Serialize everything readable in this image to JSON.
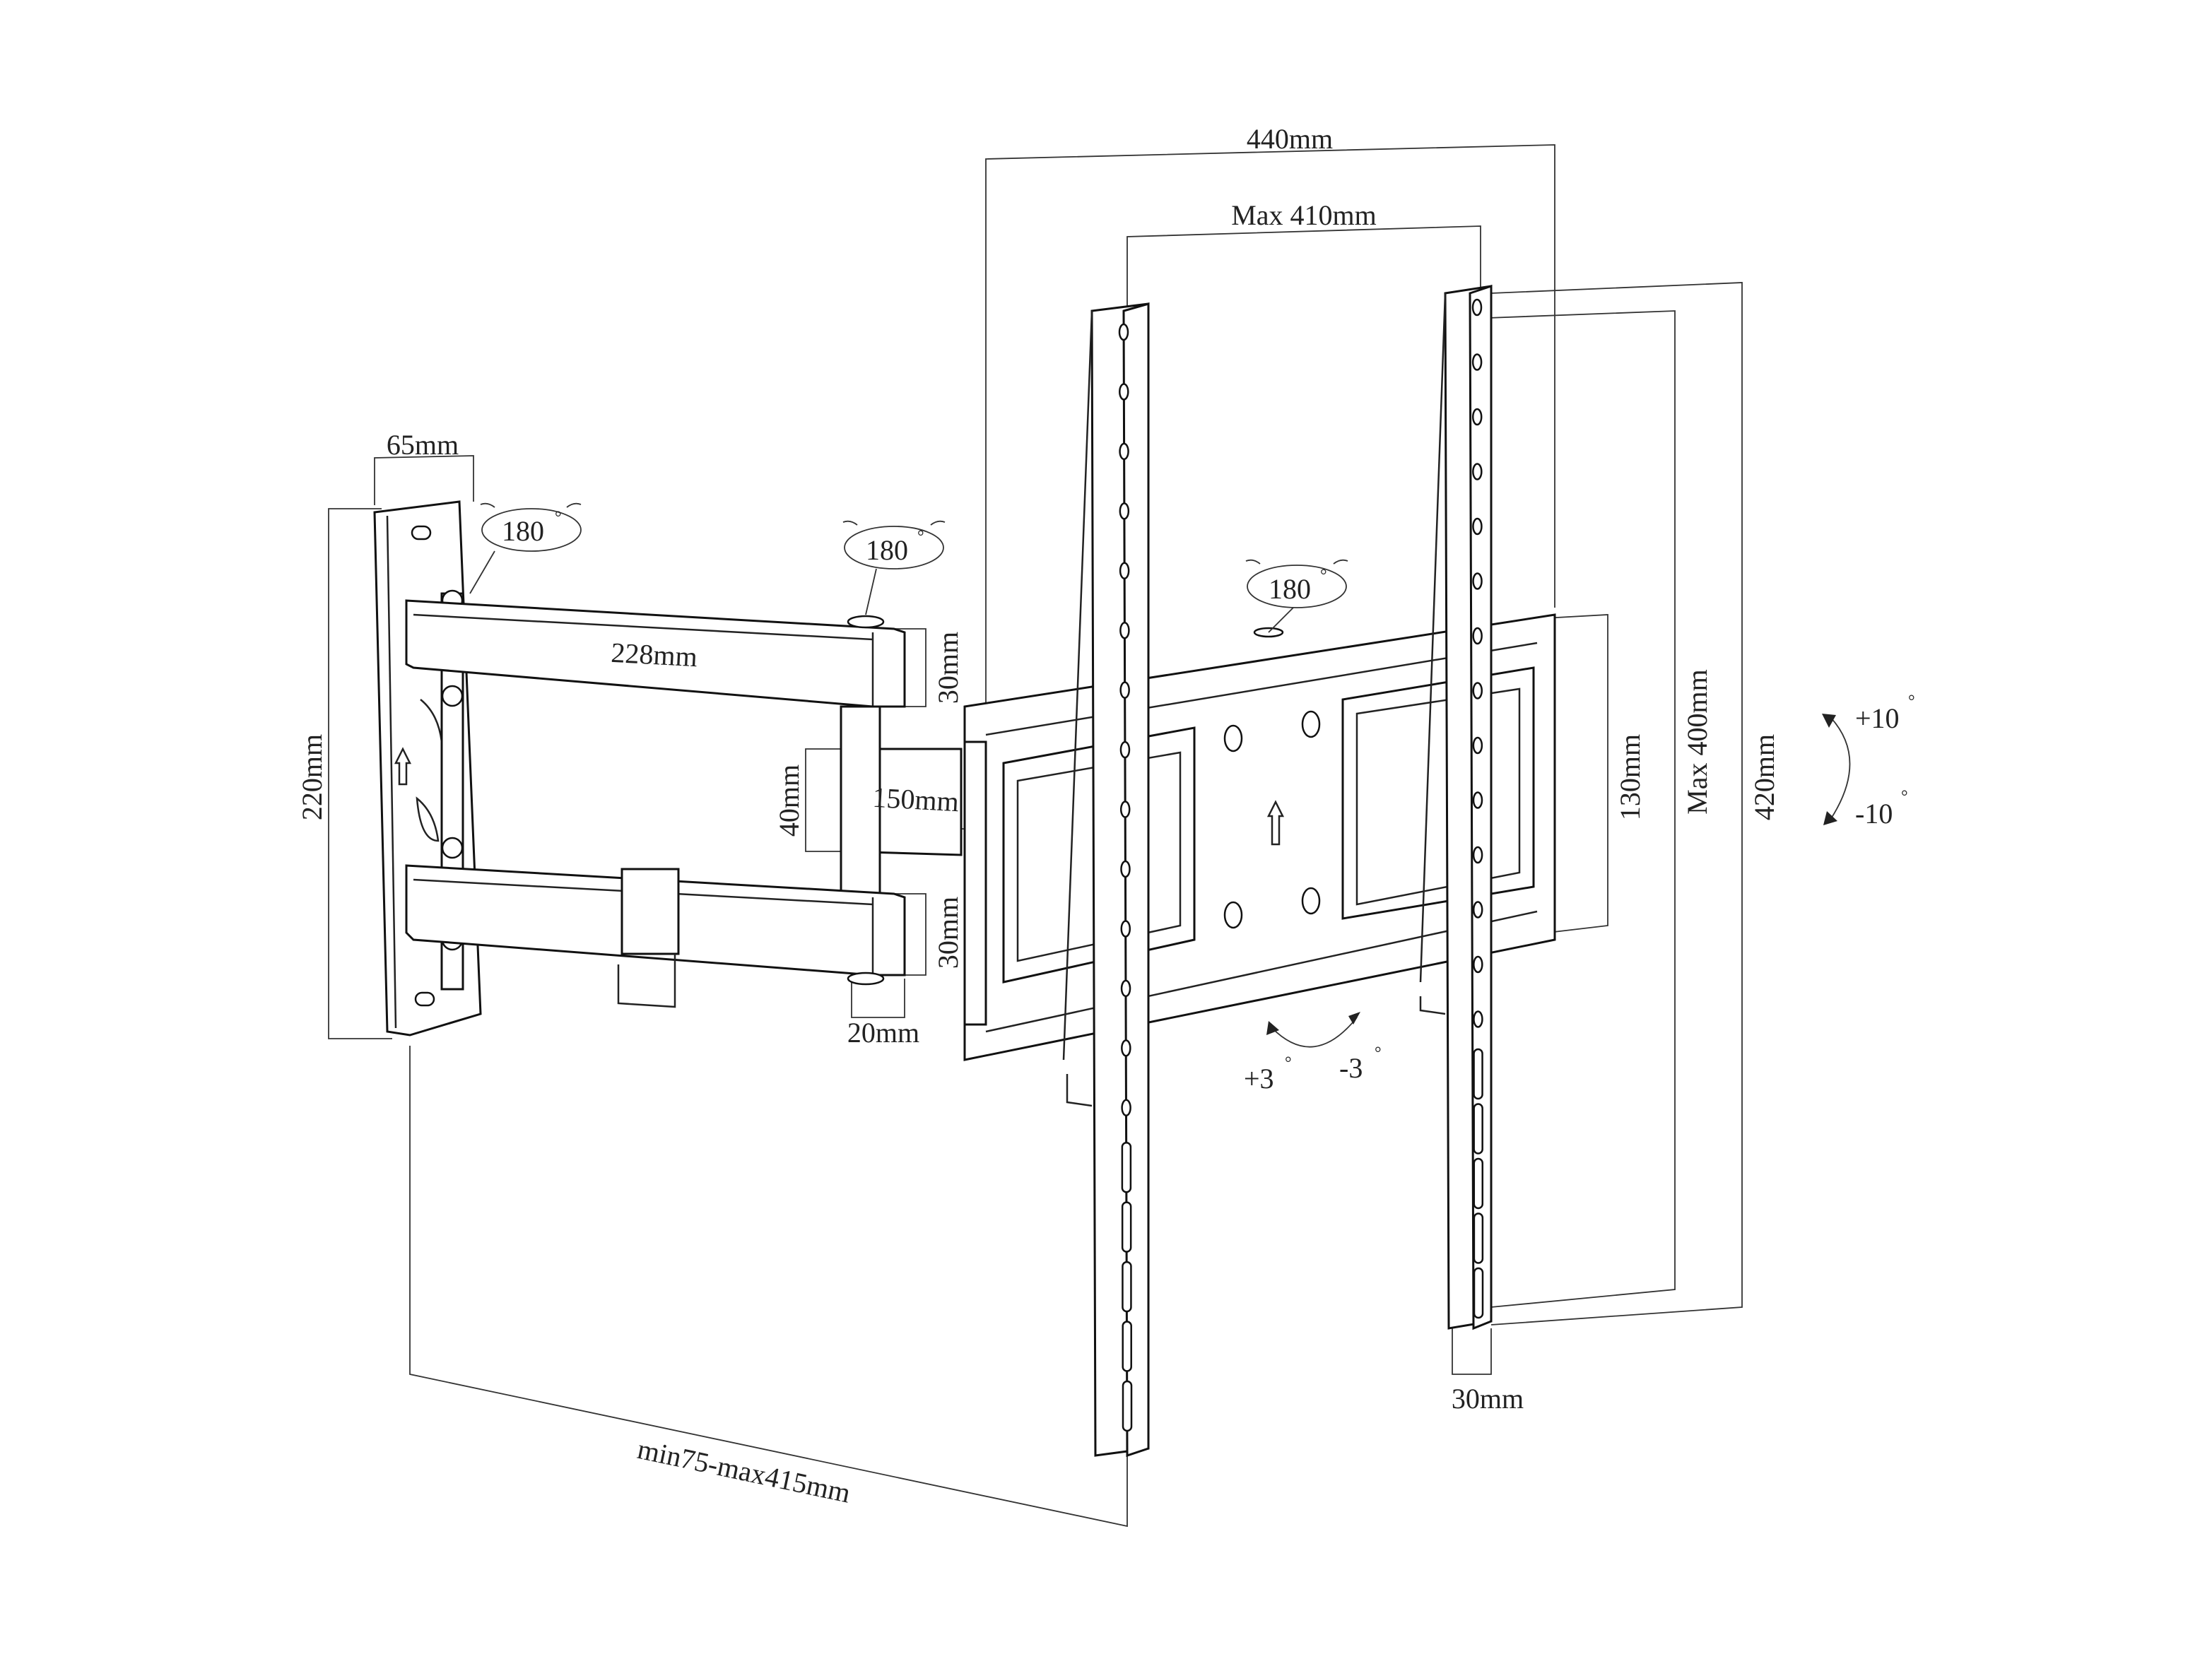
{
  "dimensions": {
    "width_440": "440mm",
    "max_410": "Max 410mm",
    "plate_65": "65mm",
    "height_220": "220mm",
    "arm_228": "228mm",
    "arm_30_top": "30mm",
    "arm_30_bottom": "30mm",
    "arm_40": "40mm",
    "arm_150": "150mm",
    "arm_20": "20mm",
    "frame_130": "130mm",
    "max_400": "Max 400mm",
    "height_420": "420mm",
    "rail_30": "30mm",
    "depth_range": "min75-max415mm"
  },
  "rotations": {
    "swivel_wall": "180",
    "swivel_arm": "180",
    "swivel_head": "180",
    "tilt_up": "+10",
    "tilt_down": "-10",
    "level_plus": "+3",
    "level_minus": "-3",
    "degree_symbol": "°"
  },
  "colors": {
    "line": "#222222",
    "background": "#ffffff"
  }
}
